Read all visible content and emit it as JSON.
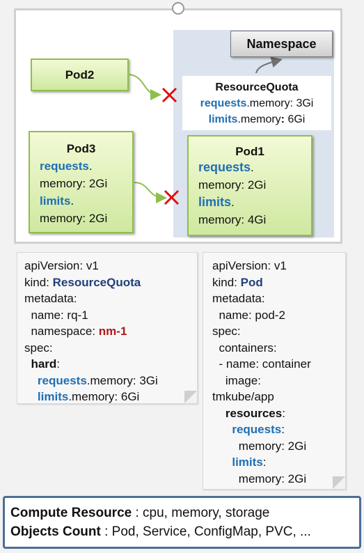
{
  "diagram": {
    "namespace": "Namespace",
    "pod2": {
      "title": "Pod2"
    },
    "pod3": {
      "title": "Pod3",
      "req": "requests",
      "req_mem": "memory: 2Gi",
      "lim": "limits",
      "lim_mem": "memory: 2Gi"
    },
    "pod1": {
      "title": "Pod1",
      "req": "requests",
      "req_mem": "memory: 2Gi",
      "lim": "limits",
      "lim_mem": "memory: 4Gi"
    },
    "quota": {
      "title": "ResourceQuota",
      "req": "requests",
      "req_rest": ".memory: 3Gi",
      "lim": "limits",
      "lim_rest": ".memory",
      "lim_colon": ":",
      "lim_val": " 6Gi"
    }
  },
  "yaml_quota": {
    "l1": "apiVersion: v1",
    "l2_key": "kind: ",
    "l2_val": "ResourceQuota",
    "l3": "metadata:",
    "l4": "  name: rq-1",
    "l5_key": "  namespace: ",
    "l5_val": "nm-1",
    "l6": "spec:",
    "l7": "hard",
    "l8_key": "requests",
    "l8_rest": ".memory: 3Gi",
    "l9_key": "limits",
    "l9_rest": ".memory: 6Gi"
  },
  "yaml_pod": {
    "l1": "apiVersion: v1",
    "l2_key": "kind: ",
    "l2_val": "Pod",
    "l3": "metadata:",
    "l4": "  name: pod-2",
    "l5": "spec:",
    "l6": "  containers:",
    "l7": "  - name: container",
    "l8": "    image:",
    "l9": "tmkube/app",
    "l10": "resources",
    "l11": "requests",
    "l12": "memory: 2Gi",
    "l13": "limits",
    "l14": "memory: 2Gi"
  },
  "info": {
    "compute_label": "Compute Resource",
    "compute_value": " : cpu, memory, storage",
    "objects_label": "Objects Count",
    "objects_value": " : Pod, Service, ConfigMap, PVC, ..."
  },
  "colors": {
    "pod_fill": "#d8edaf",
    "pod_border": "#8fbf4a",
    "namespace_area": "#dbe3ee",
    "keyword_blue": "#1f6fb5",
    "value_red": "#b01818",
    "info_border": "#4a6f95"
  }
}
